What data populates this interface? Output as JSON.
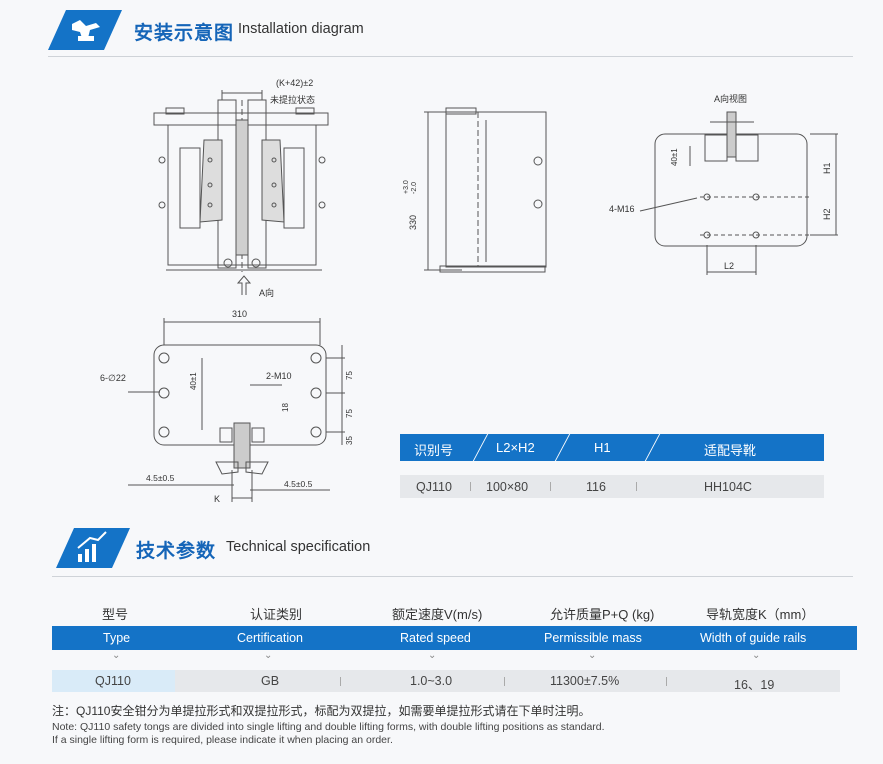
{
  "section1": {
    "title_cn": "安装示意图",
    "title_en": "Installation diagram"
  },
  "section2": {
    "title_cn": "技术参数",
    "title_en": "Technical specification"
  },
  "drawing_labels": {
    "gap": "(K+42)±2",
    "state": "未提拉状态",
    "direction": "A向",
    "height": "330",
    "height_tol_up": "+3.0",
    "height_tol_dn": "-2.0",
    "view_a": "A向视图",
    "d40a": "40±1",
    "m16": "4-M16",
    "h1": "H1",
    "h2": "H2",
    "l2": "L2",
    "w310": "310",
    "holes": "6-∅22",
    "d40b": "40±1",
    "m10": "2-M10",
    "d18": "18",
    "d75a": "75",
    "d75b": "75",
    "d35": "35",
    "off_l": "4.5±0.5",
    "off_r": "4.5±0.5",
    "k": "K"
  },
  "model_table": {
    "headers": [
      "识别号",
      "L2×H2",
      "H1",
      "适配导靴"
    ],
    "row": [
      "QJ110",
      "100×80",
      "116",
      "HH104C"
    ]
  },
  "spec_table": {
    "headers_cn": [
      "型号",
      "认证类别",
      "额定速度V(m/s)",
      "允许质量P+Q (kg)",
      "导轨宽度K（mm）"
    ],
    "headers_en": [
      "Type",
      "Certification",
      "Rated speed",
      "Permissible mass",
      "Width of guide rails"
    ],
    "row": [
      "QJ110",
      "GB",
      "1.0~3.0",
      "11300±7.5%",
      "16、19"
    ]
  },
  "note_cn": "注：QJ110安全钳分为单提拉形式和双提拉形式，标配为双提拉，如需要单提拉形式请在下单时注明。",
  "note_en": "Note: QJ110 safety tongs are divided into single lifting and double lifting forms, with double lifting positions as standard. If a single lifting form is required, please indicate it when placing an order.",
  "colors": {
    "accent": "#1473c7",
    "title": "#1565b8",
    "row_bg": "#e6e8eb",
    "first_cell_bg": "#d9ebf8"
  },
  "icons": [
    "tools-icon",
    "chart-icon"
  ]
}
